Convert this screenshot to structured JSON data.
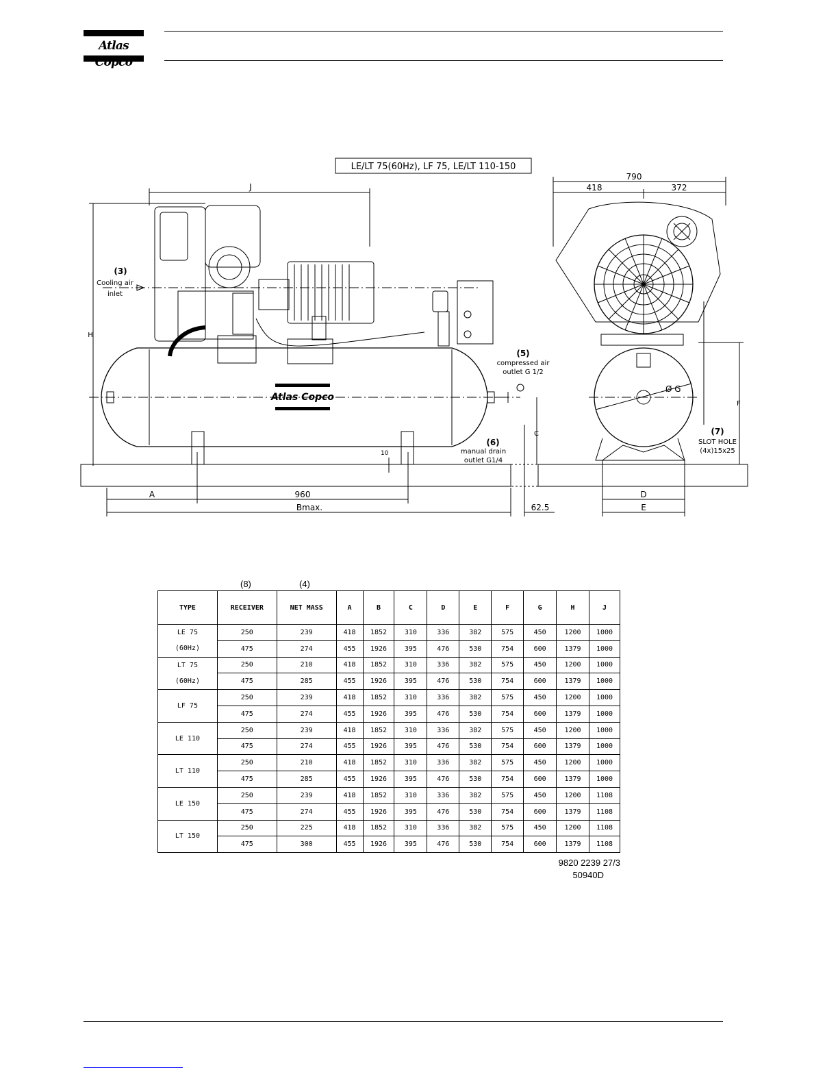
{
  "header": {
    "logo_text": "Atlas Copco"
  },
  "drawing": {
    "title": "LE/LT 75(60Hz), LF 75, LE/LT 110-150",
    "receiver_logo_text": "Atlas Copco",
    "labels": {
      "J": "J",
      "H": "H",
      "A": "A",
      "C": "C",
      "D": "D",
      "E": "E",
      "F": "F",
      "dim_960": "960",
      "bmax": "Bmax.",
      "dim_62_5": "62.5",
      "dim_10": "10",
      "dim_790": "790",
      "dim_418": "418",
      "dim_372": "372",
      "dia_g": "Ø G"
    },
    "callouts": {
      "n3": "(3)",
      "cooling_air_1": "Cooling air",
      "cooling_air_2": "inlet",
      "n5": "(5)",
      "compressed_air_1": "compressed air",
      "compressed_air_2": "outlet G 1/2",
      "n6": "(6)",
      "manual_drain_1": "manual drain",
      "manual_drain_2": "outlet G1/4",
      "n7": "(7)",
      "slot_hole_1": "SLOT HOLE",
      "slot_hole_2": "(4x)15x25"
    }
  },
  "table": {
    "notes": {
      "n8": "(8)",
      "n4": "(4)"
    },
    "headers": [
      "TYPE",
      "RECEIVER",
      "NET  MASS",
      "A",
      "B",
      "C",
      "D",
      "E",
      "F",
      "G",
      "H",
      "J"
    ],
    "groups": [
      {
        "type": "LE 75",
        "type2": "(60Hz)",
        "rows": [
          [
            "250",
            "239",
            "418",
            "1852",
            "310",
            "336",
            "382",
            "575",
            "450",
            "1200",
            "1000"
          ],
          [
            "475",
            "274",
            "455",
            "1926",
            "395",
            "476",
            "530",
            "754",
            "600",
            "1379",
            "1000"
          ]
        ]
      },
      {
        "type": "LT 75",
        "type2": "(60Hz)",
        "rows": [
          [
            "250",
            "210",
            "418",
            "1852",
            "310",
            "336",
            "382",
            "575",
            "450",
            "1200",
            "1000"
          ],
          [
            "475",
            "285",
            "455",
            "1926",
            "395",
            "476",
            "530",
            "754",
            "600",
            "1379",
            "1000"
          ]
        ]
      },
      {
        "type": "LF 75",
        "type2": "",
        "rows": [
          [
            "250",
            "239",
            "418",
            "1852",
            "310",
            "336",
            "382",
            "575",
            "450",
            "1200",
            "1000"
          ],
          [
            "475",
            "274",
            "455",
            "1926",
            "395",
            "476",
            "530",
            "754",
            "600",
            "1379",
            "1000"
          ]
        ]
      },
      {
        "type": "LE 110",
        "type2": "",
        "rows": [
          [
            "250",
            "239",
            "418",
            "1852",
            "310",
            "336",
            "382",
            "575",
            "450",
            "1200",
            "1000"
          ],
          [
            "475",
            "274",
            "455",
            "1926",
            "395",
            "476",
            "530",
            "754",
            "600",
            "1379",
            "1000"
          ]
        ]
      },
      {
        "type": "LT 110",
        "type2": "",
        "rows": [
          [
            "250",
            "210",
            "418",
            "1852",
            "310",
            "336",
            "382",
            "575",
            "450",
            "1200",
            "1000"
          ],
          [
            "475",
            "285",
            "455",
            "1926",
            "395",
            "476",
            "530",
            "754",
            "600",
            "1379",
            "1000"
          ]
        ]
      },
      {
        "type": "LE 150",
        "type2": "",
        "rows": [
          [
            "250",
            "239",
            "418",
            "1852",
            "310",
            "336",
            "382",
            "575",
            "450",
            "1200",
            "1108"
          ],
          [
            "475",
            "274",
            "455",
            "1926",
            "395",
            "476",
            "530",
            "754",
            "600",
            "1379",
            "1108"
          ]
        ]
      },
      {
        "type": "LT 150",
        "type2": "",
        "rows": [
          [
            "250",
            "225",
            "418",
            "1852",
            "310",
            "336",
            "382",
            "575",
            "450",
            "1200",
            "1108"
          ],
          [
            "475",
            "300",
            "455",
            "1926",
            "395",
            "476",
            "530",
            "754",
            "600",
            "1379",
            "1108"
          ]
        ]
      }
    ],
    "doc_number": "9820 2239 27/3",
    "drawing_number": "50940D"
  }
}
